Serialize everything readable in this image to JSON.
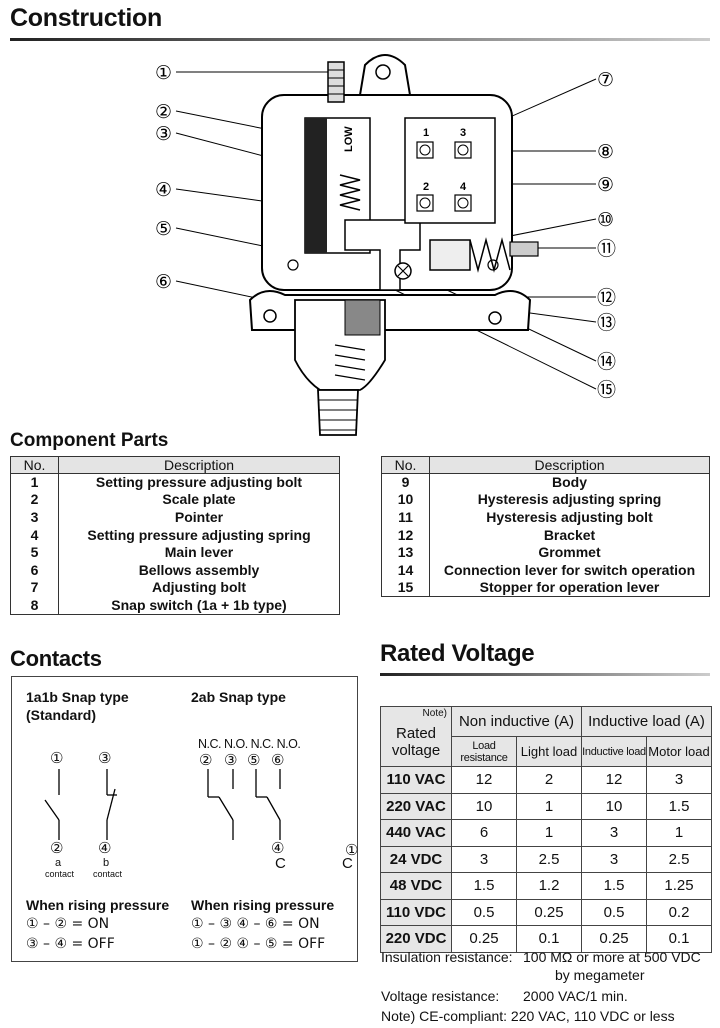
{
  "construction": {
    "title": "Construction",
    "callouts": [
      "①",
      "②",
      "③",
      "④",
      "⑤",
      "⑥",
      "⑦",
      "⑧",
      "⑨",
      "⑩",
      "⑪",
      "⑫",
      "⑬",
      "⑭",
      "⑮"
    ],
    "scale_text": "LOW",
    "terminals": [
      "1",
      "3",
      "2",
      "4"
    ]
  },
  "components": {
    "title": "Component Parts",
    "col_no": "No.",
    "col_desc": "Description",
    "left": [
      {
        "no": "1",
        "desc": "Setting pressure adjusting bolt"
      },
      {
        "no": "2",
        "desc": "Scale plate"
      },
      {
        "no": "3",
        "desc": "Pointer"
      },
      {
        "no": "4",
        "desc": "Setting pressure adjusting spring"
      },
      {
        "no": "5",
        "desc": "Main lever"
      },
      {
        "no": "6",
        "desc": "Bellows assembly"
      },
      {
        "no": "7",
        "desc": "Adjusting bolt"
      },
      {
        "no": "8",
        "desc": "Snap switch (1a + 1b type)"
      }
    ],
    "right": [
      {
        "no": "9",
        "desc": "Body"
      },
      {
        "no": "10",
        "desc": "Hysteresis adjusting spring"
      },
      {
        "no": "11",
        "desc": "Hysteresis adjusting bolt"
      },
      {
        "no": "12",
        "desc": "Bracket"
      },
      {
        "no": "13",
        "desc": "Grommet"
      },
      {
        "no": "14",
        "desc": "Connection lever for switch operation"
      },
      {
        "no": "15",
        "desc": "Stopper for operation lever"
      }
    ]
  },
  "contacts": {
    "title": "Contacts",
    "type1_line1": "1a1b Snap type",
    "type1_line2": "(Standard)",
    "type2": "2ab Snap type",
    "nc_no_labels": "N.C. N.O. N.C. N.O.",
    "t1_top": [
      "①",
      "③"
    ],
    "t1_bottom": [
      "②",
      "④"
    ],
    "t1_sub": [
      "a",
      "b"
    ],
    "t1_sub2": [
      "contact",
      "contact"
    ],
    "t2_top": [
      "②",
      "③",
      "⑤",
      "⑥"
    ],
    "t2_bottom": "④",
    "c_label": "C",
    "c_extra": "①",
    "rising1": "When rising pressure",
    "rising2": "When rising pressure",
    "r1_line1": "① – ② = ON",
    "r1_line2": "③ – ④ = OFF",
    "r2_line1": "① – ③  ④ – ⑥ = ON",
    "r2_line2": "① – ②  ④ – ⑤ = OFF"
  },
  "rated_voltage": {
    "title": "Rated Voltage",
    "note_tag": "Note)",
    "rated_label1": "Rated",
    "rated_label2": "voltage",
    "group1": "Non inductive (A)",
    "group2": "Inductive load (A)",
    "sub_headers": [
      "Load resistance",
      "Light load",
      "Inductive load",
      "Motor load"
    ],
    "rows": [
      {
        "voltage": "110 VAC",
        "values": [
          "12",
          "2",
          "12",
          "3"
        ]
      },
      {
        "voltage": "220 VAC",
        "values": [
          "10",
          "1",
          "10",
          "1.5"
        ]
      },
      {
        "voltage": "440 VAC",
        "values": [
          "6",
          "1",
          "3",
          "1"
        ]
      },
      {
        "voltage": "24 VDC",
        "values": [
          "3",
          "2.5",
          "3",
          "2.5"
        ]
      },
      {
        "voltage": "48 VDC",
        "values": [
          "1.5",
          "1.2",
          "1.5",
          "1.25"
        ]
      },
      {
        "voltage": "110 VDC",
        "values": [
          "0.5",
          "0.25",
          "0.5",
          "0.2"
        ]
      },
      {
        "voltage": "220 VDC",
        "values": [
          "0.25",
          "0.1",
          "0.25",
          "0.1"
        ]
      }
    ],
    "insulation_label": "Insulation resistance:",
    "insulation_value1": "100 MΩ or more at 500 VDC",
    "insulation_value2": "by megameter",
    "voltage_res_label": "Voltage resistance:",
    "voltage_res_value": "2000 VAC/1 min.",
    "ce_note": "Note) CE-compliant: 220 VAC, 110 VDC or less"
  }
}
